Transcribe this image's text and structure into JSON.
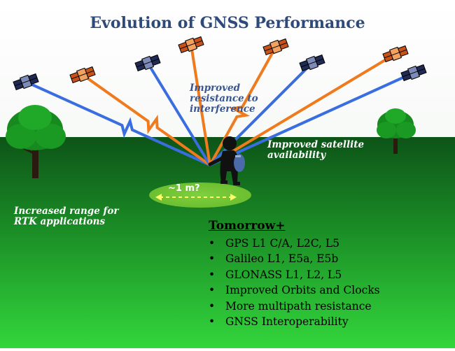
{
  "title": "Evolution of GNSS Performance",
  "labels": {
    "interference": [
      "Improved",
      "resistance to",
      "interference"
    ],
    "availability": [
      "Improved satellite",
      "availability"
    ],
    "rtk_range": [
      "Increased range for",
      "RTK applications"
    ],
    "distance": "~1 m?"
  },
  "tomorrow": {
    "heading": "Tomorrow+",
    "items": [
      "GPS L1 C/A, L2C, L5",
      "Galileo L1, E5a, E5b",
      "GLONASS L1, L2, L5",
      "Improved Orbits and  Clocks",
      "More multipath resistance",
      "GNSS Interoperability"
    ]
  },
  "colors": {
    "title": "#2e4a7a",
    "gps_signal": "#3a6ee0",
    "galileo_signal": "#f07a1e",
    "ground_top": "#0f5a1a",
    "ground_bottom": "#2fd13a"
  }
}
